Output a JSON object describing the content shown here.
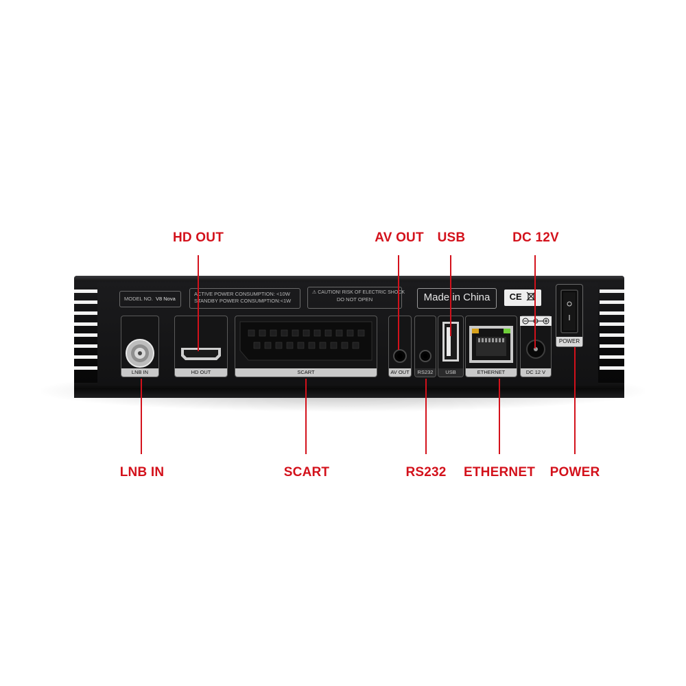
{
  "callouts": {
    "hd_out": "HD OUT",
    "av_out": "AV OUT",
    "usb": "USB",
    "dc_12v": "DC 12V",
    "lnb_in": "LNB IN",
    "scart": "SCART",
    "rs232": "RS232",
    "ethernet": "ETHERNET",
    "power": "POWER"
  },
  "panel": {
    "model_prefix": "MODEL NO.",
    "model_name": "V8 Nova",
    "power_active": "ACTIVE POWER CONSUMPTION: <10W",
    "power_standby": "STANDBY POWER CONSUMPTION:<1W",
    "caution_line1": "⚠ CAUTION! RISK OF ELECTRIC SHOCK",
    "caution_line2": "DO NOT OPEN",
    "made_in": "Made in China",
    "ce_mark": "CE",
    "port_labels": {
      "lnb_in": "LNB IN",
      "hd_out": "HD OUT",
      "scart": "SCART",
      "av_out": "AV OUT",
      "rs232": "RS232",
      "usb": "USB",
      "ethernet": "ETHERNET",
      "dc_12v": "DC 12 V",
      "power": "POWER"
    }
  },
  "colors": {
    "callout": "#d3111b",
    "background": "#ffffff",
    "device": "#0f0f10"
  }
}
